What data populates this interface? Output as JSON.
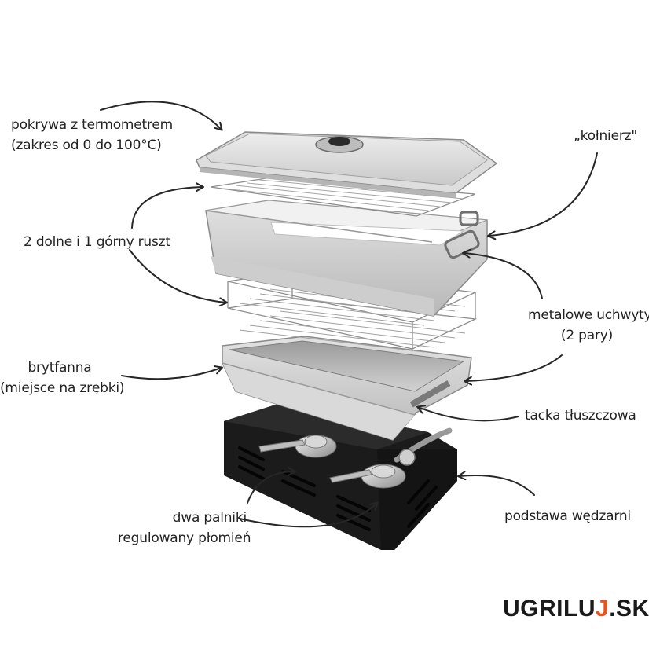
{
  "labels": {
    "lid": {
      "line1": "pokrywa z termometrem",
      "line2": "(zakres od 0 do 100°C)"
    },
    "collar": {
      "line1": "„kołnierz\""
    },
    "racks": {
      "line1": "2 dolne i 1 górny ruszt"
    },
    "handles": {
      "line1": "metalowe uchwyty",
      "line2": "(2 pary)"
    },
    "roasting_pan": {
      "line1": "brytfanna",
      "line2": "(miejsce na zrębki)"
    },
    "drip_tray": {
      "line1": "tacka tłuszczowa"
    },
    "base": {
      "line1": "podstawa wędzarni"
    },
    "burners": {
      "line1": "dwa palniki",
      "line2": "regulowany płomień"
    }
  },
  "logo": {
    "part1": "UGRILU",
    "flame": "J",
    "part2": ".SK"
  },
  "colors": {
    "steel_light": "#e4e4e4",
    "steel_mid": "#c4c4c4",
    "steel_dark": "#8f8f8f",
    "base_black": "#1b1b1b",
    "arrow": "#262626",
    "flame": "#e8541e"
  }
}
